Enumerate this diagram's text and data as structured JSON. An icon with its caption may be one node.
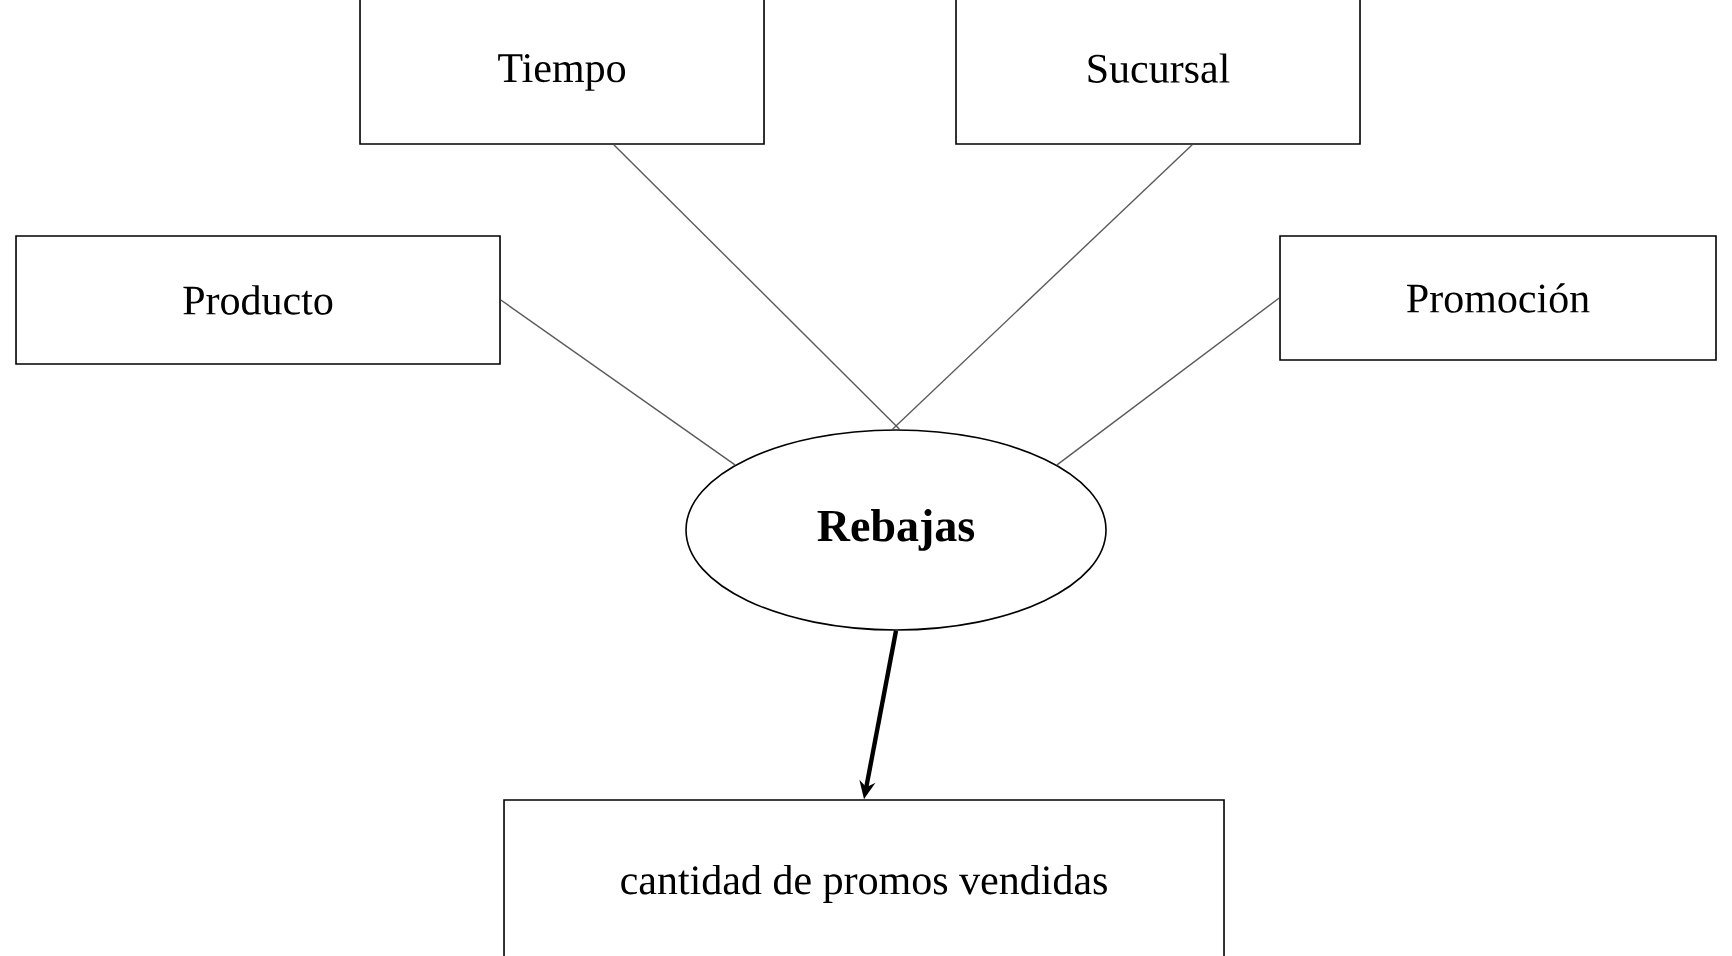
{
  "diagram": {
    "nodes": [
      {
        "text": [
          "Tiempo"
        ]
      },
      {
        "text": [
          "Sucursal"
        ]
      },
      {
        "text": [
          "Producto"
        ]
      },
      {
        "text": [
          "Promoción"
        ]
      },
      {
        "text": [
          "Rebajas"
        ]
      },
      {
        "text": [
          "cantidad de promos vendidas"
        ]
      }
    ],
    "edges": [
      {
        "from": 0,
        "to": 4,
        "arrow": "none"
      },
      {
        "from": 1,
        "to": 4,
        "arrow": "none"
      },
      {
        "from": 2,
        "to": 4,
        "arrow": "none"
      },
      {
        "from": 3,
        "to": 4,
        "arrow": "none"
      },
      {
        "from": 4,
        "to": 5,
        "arrow": "to",
        "style": "thick",
        "color": "#000000"
      }
    ]
  }
}
